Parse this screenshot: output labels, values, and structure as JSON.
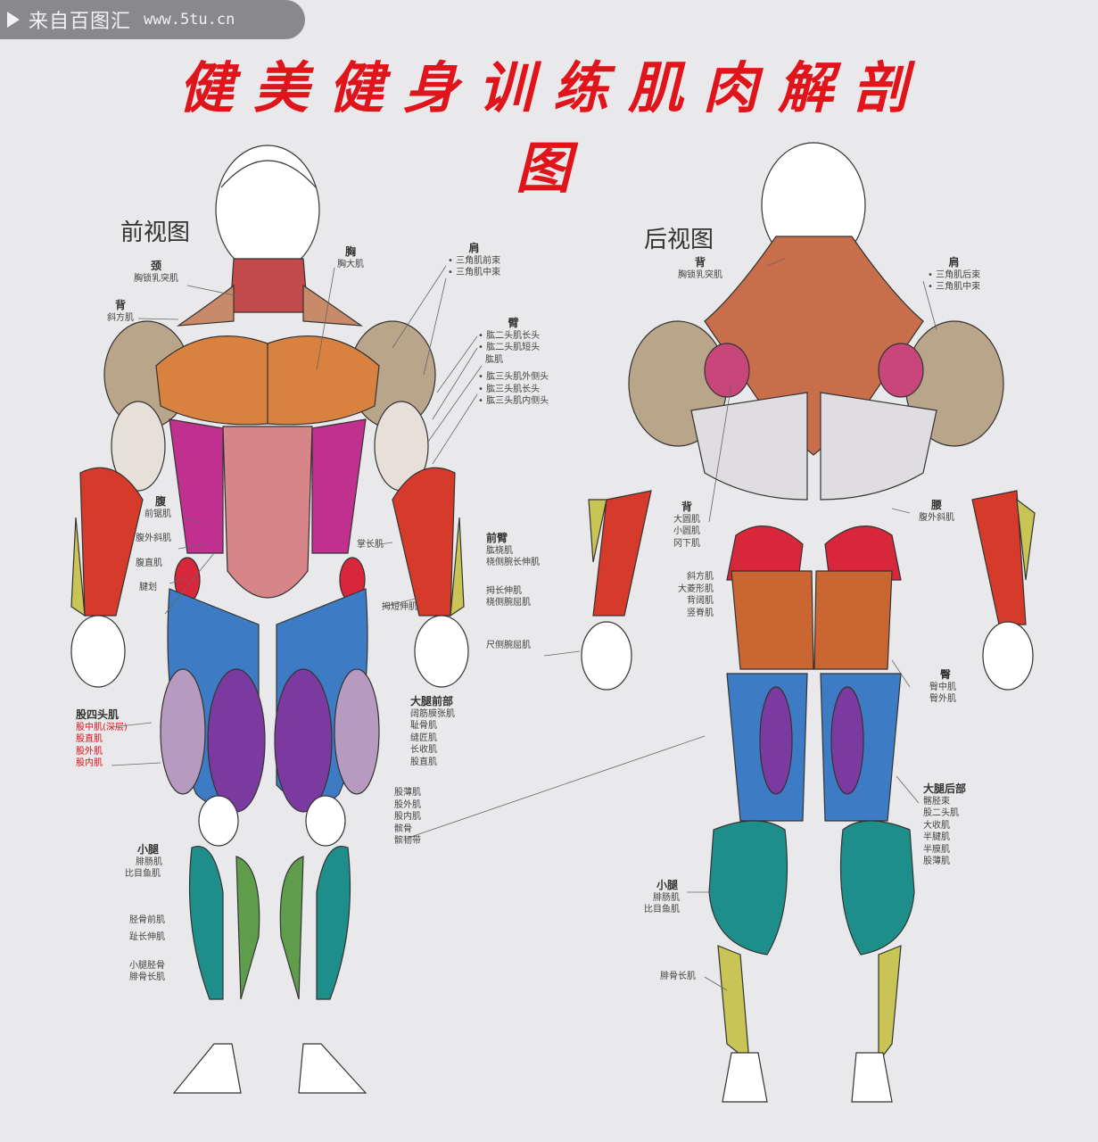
{
  "watermark": {
    "icon": "play-icon",
    "site_name": "来自百图汇",
    "url": "www.5tu.cn"
  },
  "title": "健美健身训练肌肉解剖图",
  "front_view": {
    "heading": "前视图",
    "groups": [
      {
        "id": "neck",
        "title": "颈",
        "items": [
          "胸锁乳突肌"
        ]
      },
      {
        "id": "back",
        "title": "背",
        "items": [
          "斜方肌"
        ]
      },
      {
        "id": "chest",
        "title": "胸",
        "items": [
          "胸大肌"
        ]
      },
      {
        "id": "shoulder",
        "title": "肩",
        "items": [
          "三角肌前束",
          "三角肌中束"
        ]
      },
      {
        "id": "arm",
        "title": "臂",
        "items": [
          "肱二头肌长头",
          "肱二头肌短头",
          "肱肌",
          "肱三头肌外侧头",
          "肱三头肌长头",
          "肱三头肌内侧头"
        ]
      },
      {
        "id": "abdomen",
        "title": "腹",
        "items": [
          "前锯肌",
          "腹外斜肌",
          "腹直肌",
          "腱划"
        ]
      },
      {
        "id": "forearm",
        "title": "前臂",
        "items": [
          "肱桡肌",
          "桡侧腕长伸肌",
          "掌长肌",
          "拇长伸肌",
          "桡侧腕屈肌",
          "尺侧腕屈肌",
          "拇短伸肌"
        ]
      },
      {
        "id": "quadriceps",
        "title": "股四头肌",
        "items": [
          "股中肌(深层)",
          "股直肌",
          "股外肌",
          "股内肌"
        ]
      },
      {
        "id": "thigh_front",
        "title": "大腿前部",
        "items": [
          "阔筋膜张肌",
          "耻骨肌",
          "缝匠肌",
          "长收肌",
          "股直肌",
          "股薄肌",
          "股外肌",
          "股内肌",
          "髌骨",
          "髌韧带"
        ]
      },
      {
        "id": "calf_front",
        "title": "小腿",
        "items": [
          "腓肠肌",
          "比目鱼肌",
          "胫骨前肌",
          "趾长伸肌",
          "小腿胫骨",
          "腓骨长肌"
        ]
      }
    ]
  },
  "back_view": {
    "heading": "后视图",
    "groups": [
      {
        "id": "back_upper",
        "title": "背",
        "items": [
          "胸锁乳突肌"
        ]
      },
      {
        "id": "shoulder",
        "title": "肩",
        "items": [
          "三角肌后束",
          "三角肌中束"
        ]
      },
      {
        "id": "back_lower",
        "title": "背",
        "items": [
          "大圆肌",
          "小圆肌",
          "冈下肌"
        ]
      },
      {
        "id": "back_trunk",
        "title": "",
        "items": [
          "斜方肌",
          "大菱形肌",
          "背阔肌",
          "竖脊肌"
        ]
      },
      {
        "id": "waist",
        "title": "腰",
        "items": [
          "腹外斜肌"
        ]
      },
      {
        "id": "glute",
        "title": "臀",
        "items": [
          "臀中肌",
          "臀外肌"
        ]
      },
      {
        "id": "thigh_back",
        "title": "大腿后部",
        "items": [
          "髂胫束",
          "股二头肌",
          "大收肌",
          "半腱肌",
          "半膜肌",
          "股薄肌"
        ]
      },
      {
        "id": "calf_back",
        "title": "小腿",
        "items": [
          "腓肠肌",
          "比目鱼肌"
        ]
      },
      {
        "id": "fibula",
        "title": "",
        "items": [
          "腓骨长肌"
        ]
      }
    ]
  },
  "colors": {
    "title": "#e0141b",
    "background": "#e9e9eb",
    "pectoral": "#d98240",
    "abs": "#d8858a",
    "oblique": "#c0308e",
    "deltoid": "#b9a58a",
    "biceps": "#e6e0d8",
    "forearm": "#d63a2a",
    "quad_blue": "#3d7cc4",
    "quad_purple": "#7b3aa0",
    "calf_teal": "#1d8e8a",
    "calf_green": "#5f9d4c",
    "tibialis_yellow": "#c8c455",
    "trap": "#c96e4a",
    "lats": "#e0dde0",
    "glute": "#c96632",
    "hip_red": "#d8263a"
  }
}
